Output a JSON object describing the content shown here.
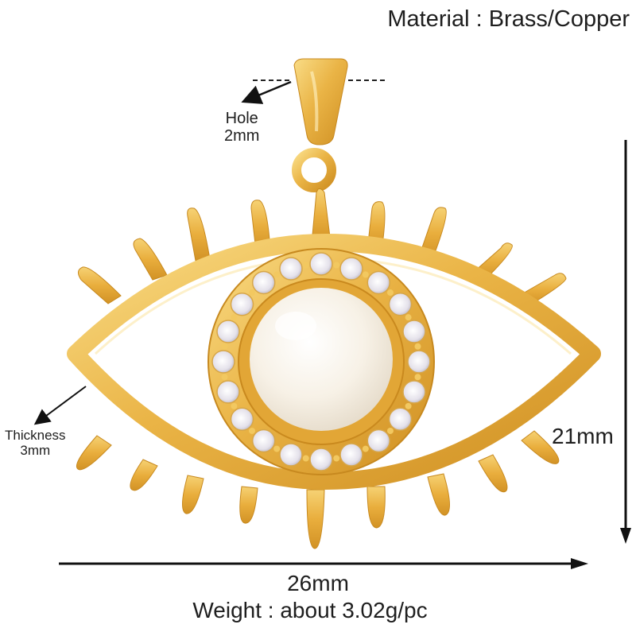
{
  "product": {
    "type": "Evil eye pendant with eyelashes, pearl center and cubic zirconia halo",
    "material_label": "Material : Brass/Copper",
    "hole": {
      "title": "Hole",
      "value": "2mm"
    },
    "thickness": {
      "title": "Thickness",
      "value": "3mm"
    },
    "height": "21mm",
    "width": "26mm",
    "weight_label": "Weight : about 3.02g/pc"
  },
  "colors": {
    "gold_light": "#f7d47a",
    "gold_mid": "#e8ad3a",
    "gold_dark": "#c98a1e",
    "pearl": "#f8f3ea",
    "stone": "#e9e6ee",
    "annotation": "#111111",
    "background": "#ffffff"
  }
}
